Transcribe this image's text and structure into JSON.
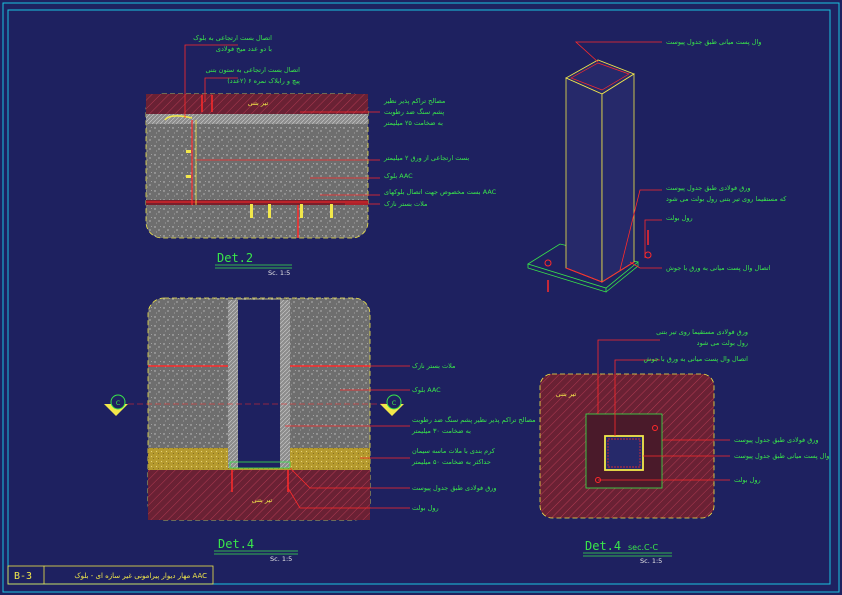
{
  "colors": {
    "background": "#1e2160",
    "frame": "#19c3e0",
    "concrete": "#8a8a8a",
    "hatch": "#8b2a3a",
    "label": "#39e64a",
    "leader": "#ff2a2a",
    "steel": "#f2e84a"
  },
  "det2": {
    "title": "Det.2",
    "scale": "Sc. 1:5",
    "beam": "تیر بتنی",
    "labels": [
      "اتصال بست ارتجاعی به بلوک",
      "با دو عدد میخ فولادی",
      "اتصال بست ارتجاعی به ستون بتنی",
      "پیچ و رابلاک نمره ۶ (۲عدد)",
      "مصالح تراکم پذیر نظیر",
      "پشم سنگ ضد رطوبت",
      "به ضخامت ۲۵ میلیمتر",
      "بست ارتجاعی از ورق ۲ میلیمتر",
      "بلوک AAC",
      "بست مخصوص جهت اتصال بلوکهای AAC",
      "ملات بستر نازک"
    ]
  },
  "iso": {
    "labels": [
      "وال پست میانی طبق جدول پیوست",
      "ورق فولادی طبق جدول پیوست",
      "که مستقیما روی تیر بتنی رول بولت می شود",
      "رول بولت",
      "اتصال وال پست میانی به ورق با جوش"
    ]
  },
  "det4": {
    "title": "Det.4",
    "scale": "Sc. 1:5",
    "beam": "تیر بتنی",
    "section_mark": "C",
    "labels": [
      "ملات بستر نازک",
      "بلوک AAC",
      "مصالح تراکم پذیر نظیر پشم سنگ ضد رطوبت",
      "به ضخامت ۳۰ میلیمتر",
      "کرم بندی با ملات ماسه سیمان",
      "حداکثر به ضخامت ۵۰ میلیمتر",
      "ورق فولادی طبق جدول پیوست",
      "رول بولت"
    ]
  },
  "secc": {
    "title": "Det.4",
    "subtitle": "sec.C-C",
    "scale": "Sc. 1:5",
    "beam": "تیر بتنی",
    "labels": [
      "ورق فولادی مستقیما روی تیر بتنی",
      "رول بولت می شود",
      "اتصال وال پست میانی به ورق با جوش",
      "ورق فولادی طبق جدول پیوست",
      "وال پست میانی طبق جدول پیوست",
      "رول بولت"
    ]
  },
  "titleblock": {
    "code": "B-3",
    "title": "مهار دیوار پیرامونی غیر سازه ای - بلوک AAC"
  }
}
